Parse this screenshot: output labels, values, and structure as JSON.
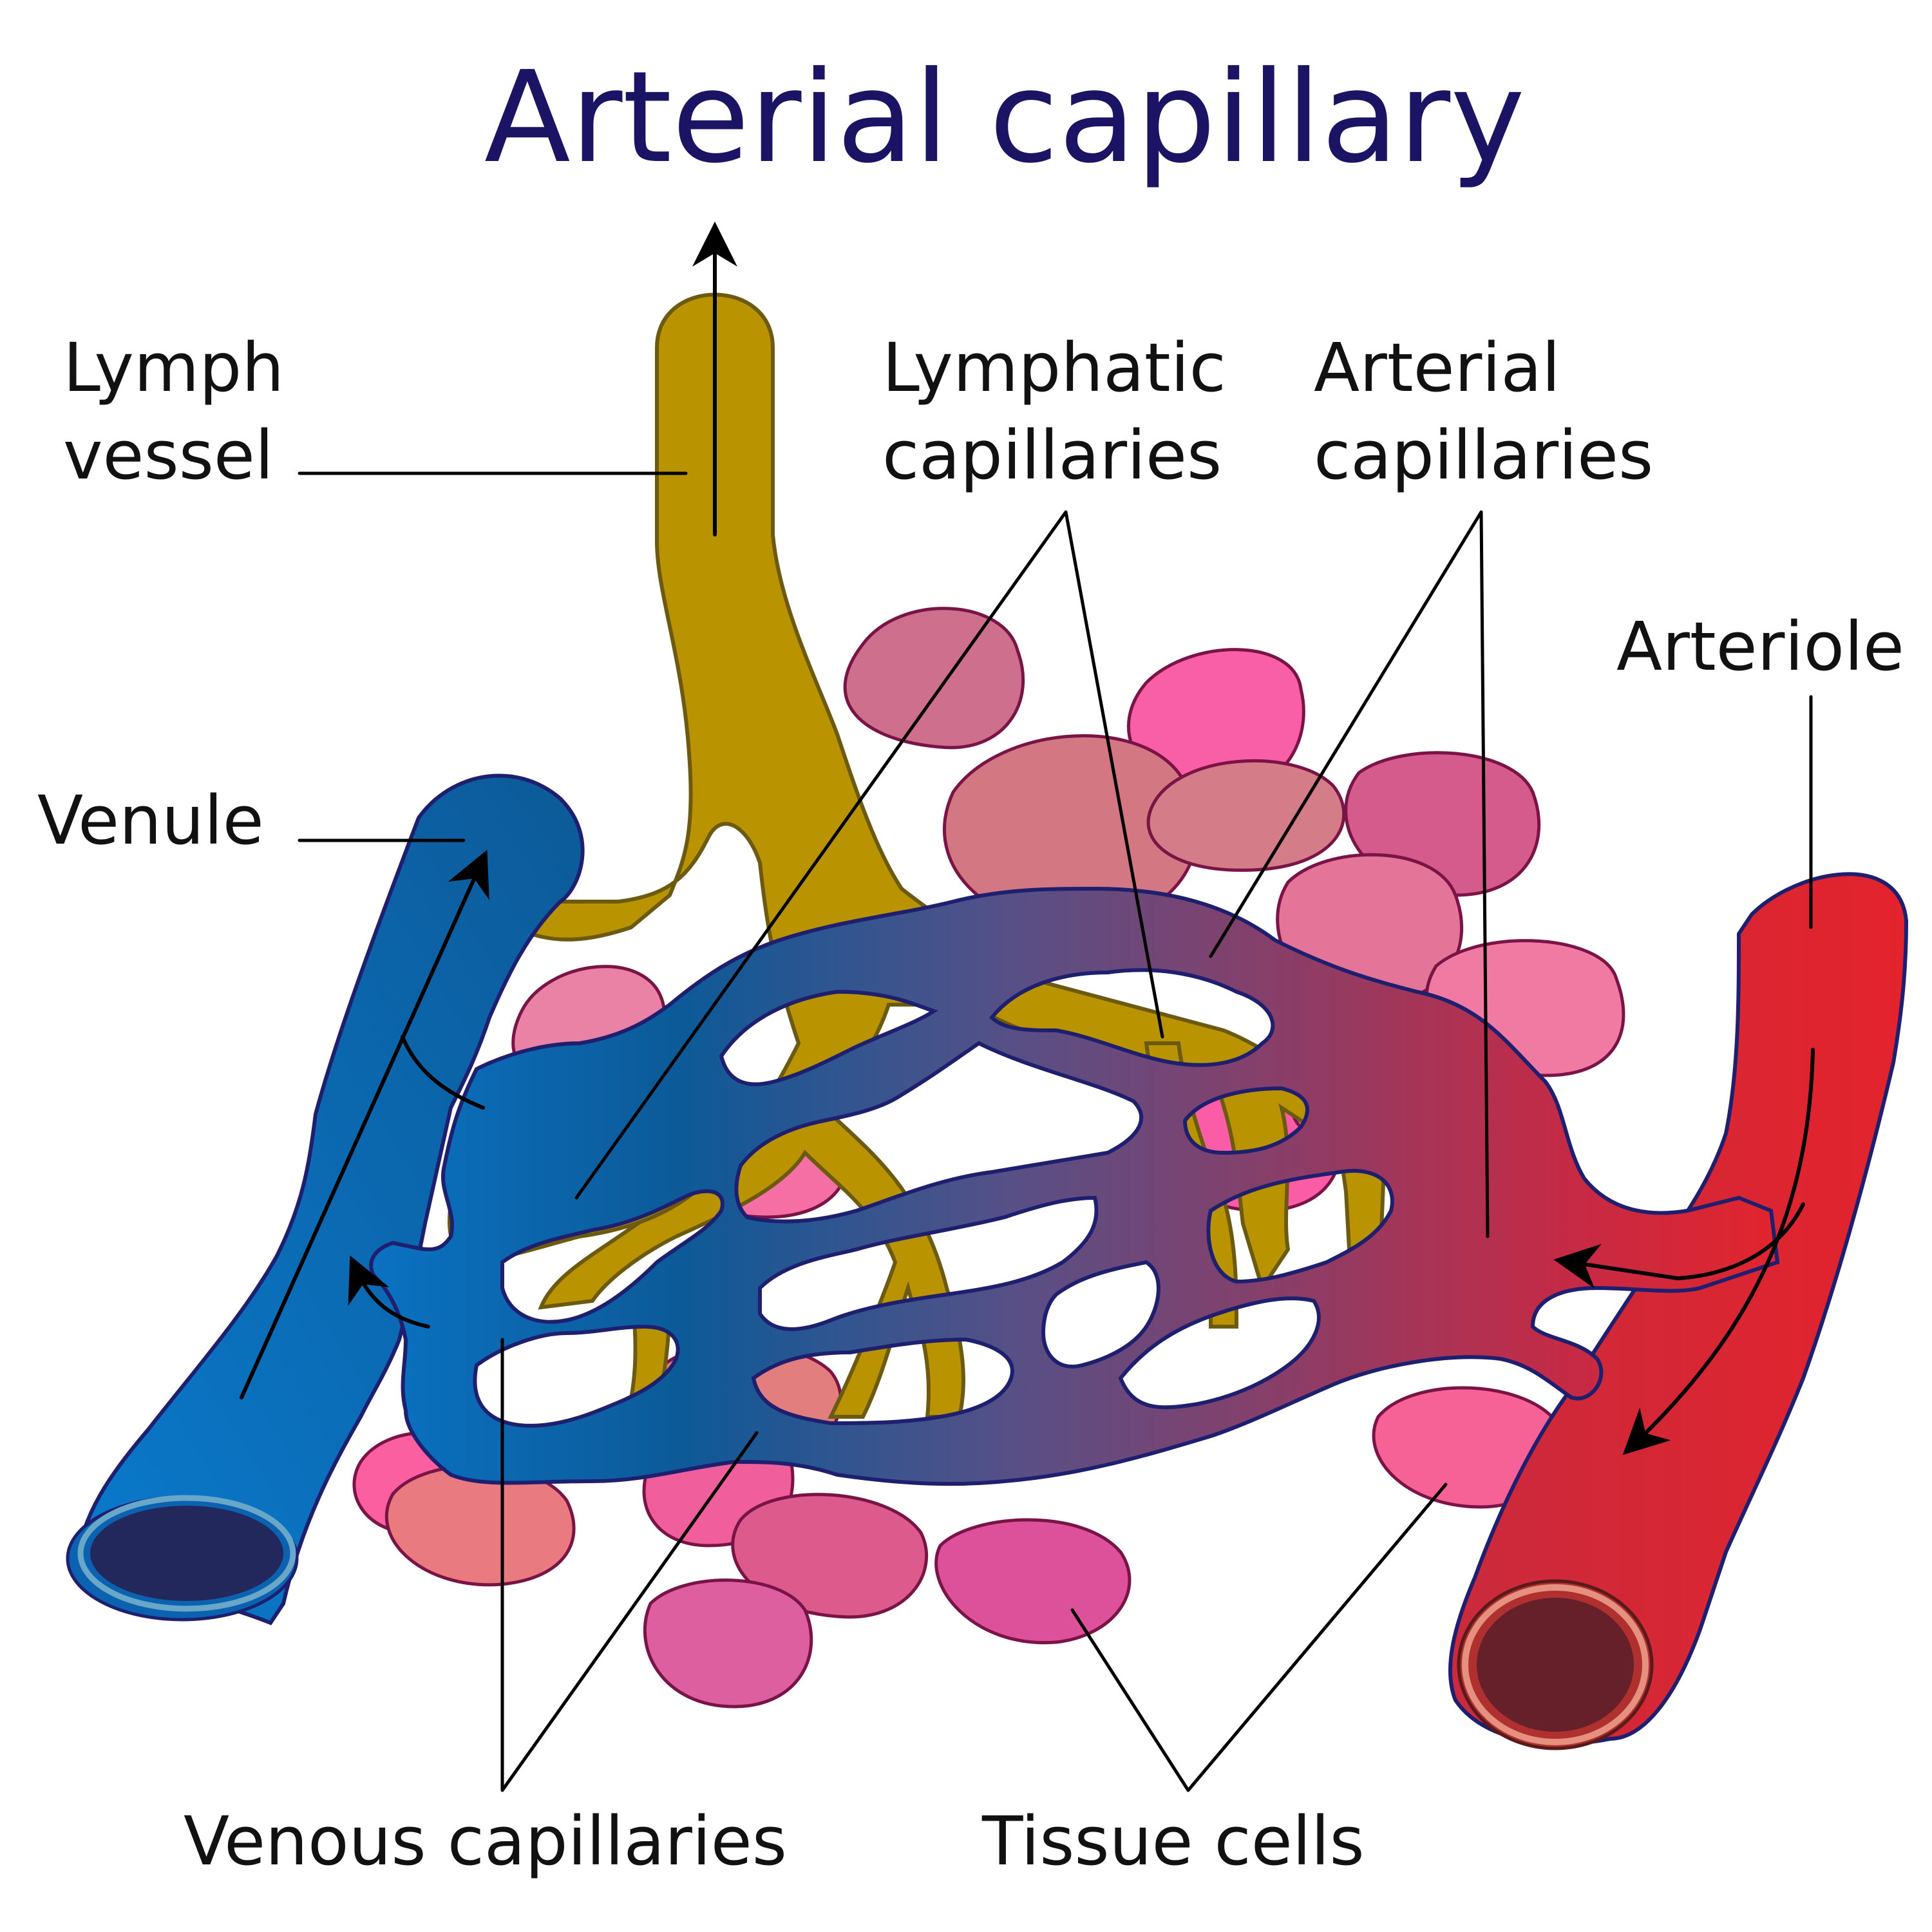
{
  "title": "Arterial capillary",
  "labels": {
    "lymph_vessel_line1": "Lymph",
    "lymph_vessel_line2": "vessel",
    "lymphatic_capillaries_line1": "Lymphatic",
    "lymphatic_capillaries_line2": "capillaries",
    "arterial_capillaries_line1": "Arterial",
    "arterial_capillaries_line2": "capillaries",
    "arteriole": "Arteriole",
    "venule": "Venule",
    "venous_capillaries": "Venous capillaries",
    "tissue_cells": "Tissue cells"
  },
  "colors": {
    "title": "#1b1464",
    "venule": "#0a6fbf",
    "venule_lumen": "#22285c",
    "arteriole": "#e0242d",
    "arteriole_lumen": "#66202a",
    "lymph": "#b99300",
    "lymph_outline": "#6b5a10",
    "network_outline": "#1f1f70",
    "tissue_cells": [
      "#cf6f8e",
      "#f95fa6",
      "#d37782",
      "#d45b8b",
      "#e47599",
      "#f07aa1",
      "#ea82a5",
      "#e37e7e",
      "#ea6d9c",
      "#dd5b8c",
      "#dc5199",
      "#f66196"
    ]
  }
}
